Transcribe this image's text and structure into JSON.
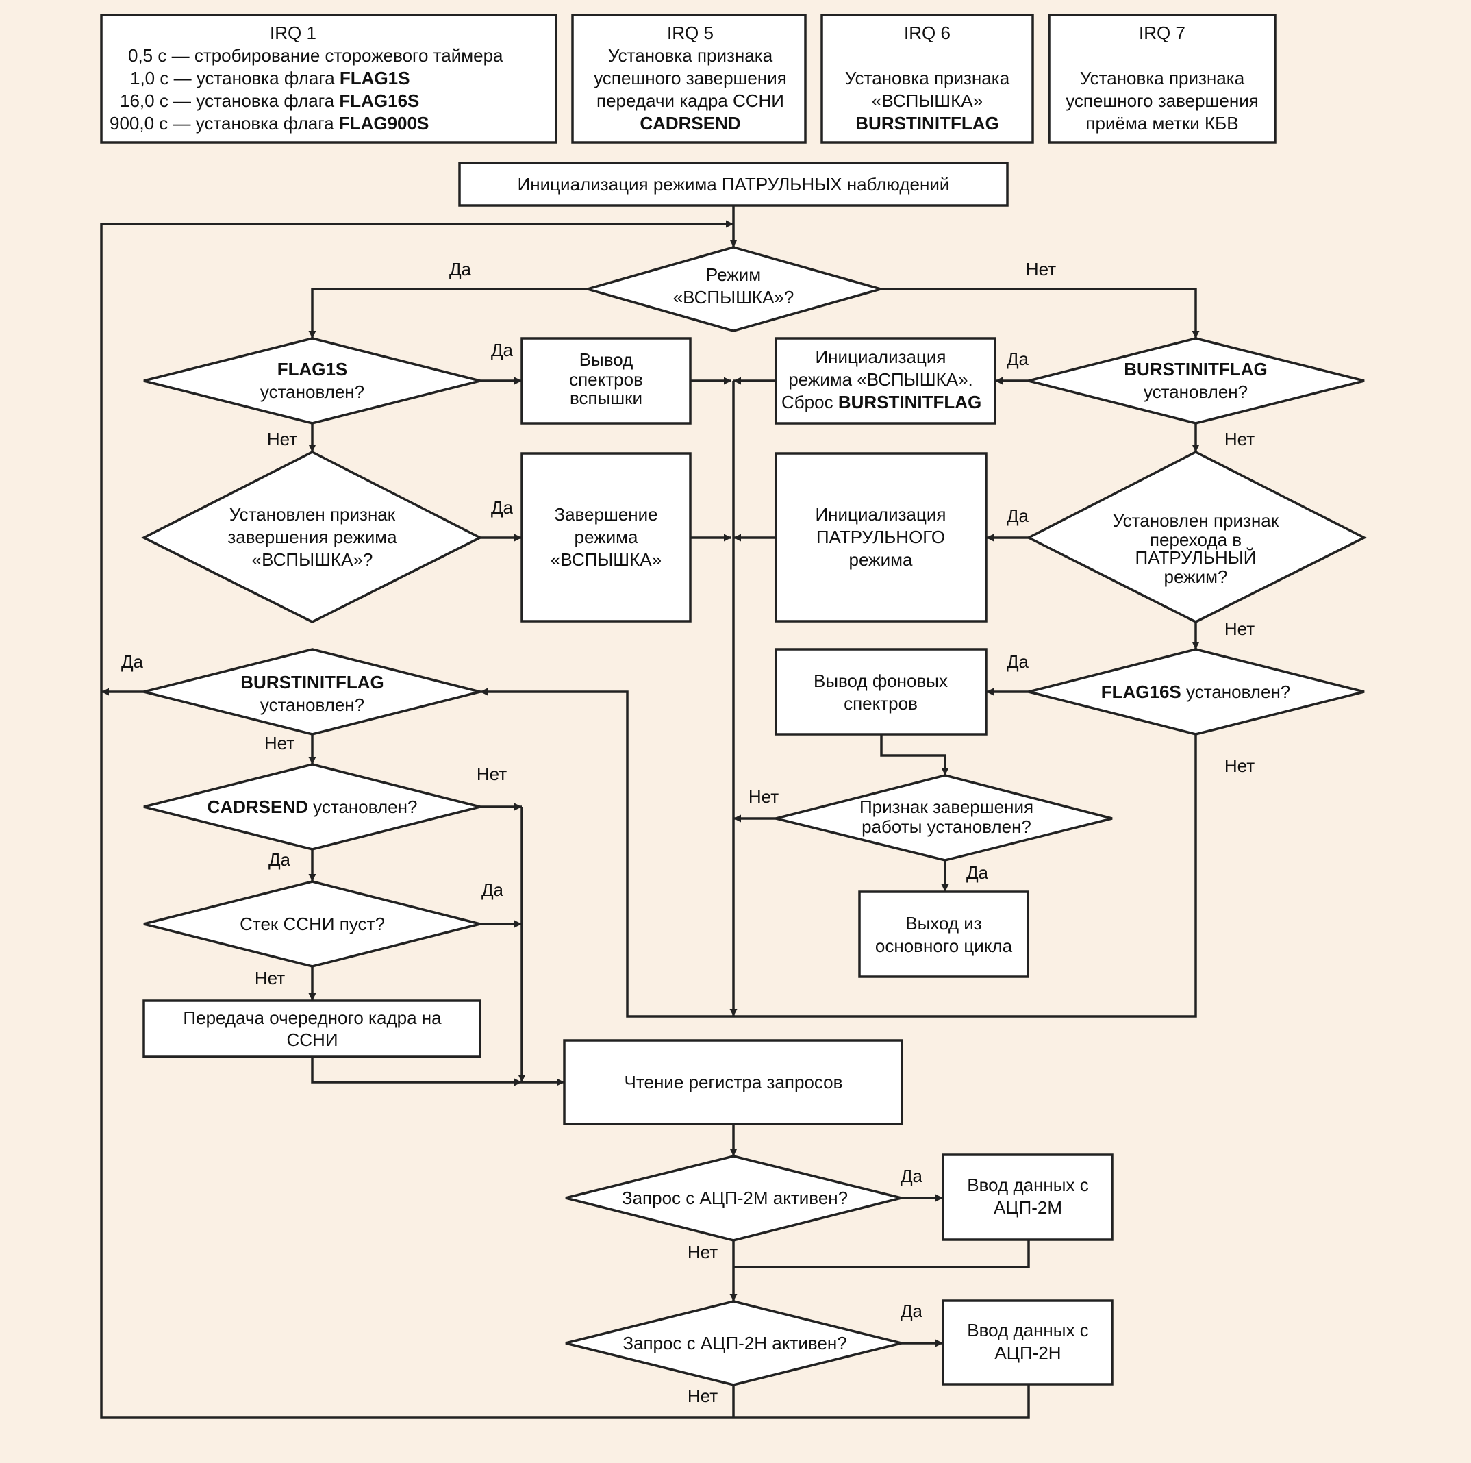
{
  "colors": {
    "background": "#FAF0E4",
    "box_fill": "#FFFFFF",
    "stroke": "#222222",
    "text": "#111111"
  },
  "irq": {
    "irq1": {
      "title": "IRQ 1",
      "lines": [
        [
          "0,5 с — стробирование сторожевого таймера",
          ""
        ],
        [
          "1,0 с — установка флага ",
          "FLAG1S"
        ],
        [
          "16,0 с — установка флага ",
          "FLAG16S"
        ],
        [
          "900,0 с — установка флага ",
          "FLAG900S"
        ]
      ]
    },
    "irq5": {
      "title": "IRQ 5",
      "line1": "Установка признака",
      "line2": "успешного завершения",
      "line3": "передачи кадра ССНИ",
      "line4": "CADRSEND"
    },
    "irq6": {
      "title": "IRQ 6",
      "line1": "Установка признака",
      "line2": "«ВСПЫШКА»",
      "line3": "BURSTINITFLAG"
    },
    "irq7": {
      "title": "IRQ 7",
      "line1": "Установка признака",
      "line2": "успешного завершения",
      "line3": "приёма метки КБВ"
    }
  },
  "nodes": {
    "init_patrol": "Инициализация режима ПАТРУЛЬНЫХ наблюдений",
    "dec_mode_burst": [
      "Режим",
      "«ВСПЫШКА»?"
    ],
    "dec_flag1s": [
      "FLAG1S",
      "установлен?"
    ],
    "out_burst_spectra": [
      "Вывод",
      "спектров",
      "вспышки"
    ],
    "init_burst_mode": [
      "Инициализация",
      "режима «ВСПЫШКА».",
      "Сброс ",
      "BURSTINITFLAG"
    ],
    "dec_burstinitflag_right": [
      "BURSTINITFLAG",
      "установлен?"
    ],
    "dec_burst_end_sign": [
      "Установлен признак",
      "завершения режима",
      "«ВСПЫШКА»?"
    ],
    "end_burst_mode": [
      "Завершение",
      "режима",
      "«ВСПЫШКА»"
    ],
    "init_patrol_mode": [
      "Инициализация",
      "ПАТРУЛЬНОГО",
      "режима"
    ],
    "dec_patrol_transition": [
      "Установлен  признак",
      "перехода в",
      "ПАТРУЛЬНЫЙ",
      "режим?"
    ],
    "dec_burstinitflag_left": [
      "BURSTINITFLAG",
      "установлен?"
    ],
    "out_bg_spectra": [
      "Вывод фоновых",
      "спектров"
    ],
    "dec_flag16s": [
      "FLAG16S",
      " установлен?"
    ],
    "dec_cadrsend": [
      "CADRSEND",
      " установлен?"
    ],
    "dec_work_end": [
      "Признак завершения",
      "работы установлен?"
    ],
    "dec_stack_empty": "Стек ССНИ пуст?",
    "exit_main_loop": [
      "Выход из",
      "основного цикла"
    ],
    "send_next_frame": [
      "Передача очередного кадра на",
      "ССНИ"
    ],
    "read_request_reg": "Чтение регистра запросов",
    "dec_adc2m": "Запрос с АЦП-2М активен?",
    "input_adc2m": [
      "Ввод данных с",
      "АЦП-2М"
    ],
    "dec_adc2n": "Запрос с АЦП-2Н активен?",
    "input_adc2n": [
      "Ввод данных с",
      "АЦП-2Н"
    ]
  },
  "edge_labels": {
    "yes": "Да",
    "no": "Нет"
  }
}
